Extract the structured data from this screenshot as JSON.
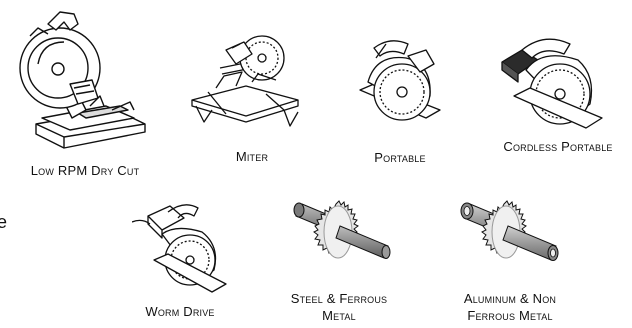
{
  "items": [
    {
      "id": "low-rpm-dry-cut",
      "label": "Low RPM Dry Cut",
      "icon": "chop-saw-icon"
    },
    {
      "id": "miter",
      "label": "Miter",
      "icon": "miter-saw-icon"
    },
    {
      "id": "portable",
      "label": "Portable",
      "icon": "portable-circular-saw-icon"
    },
    {
      "id": "cordless-portable",
      "label": "Cordless Portable",
      "icon": "cordless-circular-saw-icon"
    },
    {
      "id": "worm-drive",
      "label": "Worm Drive",
      "icon": "worm-drive-saw-icon"
    },
    {
      "id": "steel-ferrous-metal",
      "label_line1": "Steel & Ferrous",
      "label_line2": "Metal",
      "icon": "steel-blade-icon"
    },
    {
      "id": "aluminum-non-ferrous-metal",
      "label_line1": "Aluminum & Non",
      "label_line2": "Ferrous Metal",
      "icon": "aluminum-blade-icon"
    }
  ],
  "edge_text": "e",
  "colors": {
    "line": "#111111",
    "fill": "#ffffff",
    "bar": "#9a9a9a",
    "bar_dark": "#6e6e6e"
  }
}
